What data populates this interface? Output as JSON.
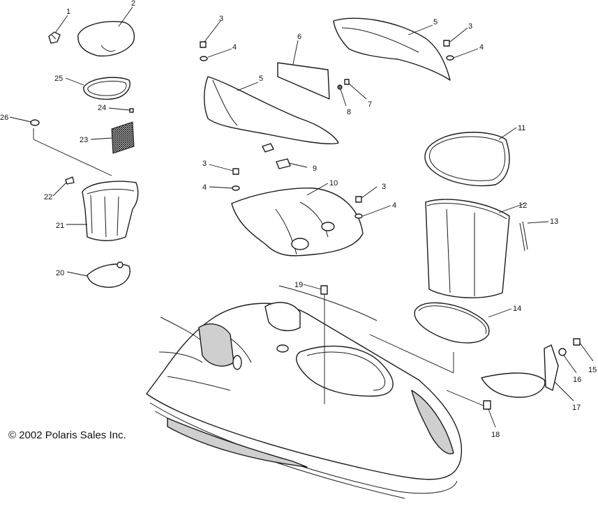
{
  "copyright": "© 2002 Polaris Sales Inc.",
  "callouts": [
    {
      "id": "c1",
      "text": "1"
    },
    {
      "id": "c2",
      "text": "2"
    },
    {
      "id": "c3a",
      "text": "3"
    },
    {
      "id": "c4a",
      "text": "4"
    },
    {
      "id": "c5a",
      "text": "5"
    },
    {
      "id": "c6",
      "text": "6"
    },
    {
      "id": "c5b",
      "text": "5"
    },
    {
      "id": "c3b",
      "text": "3"
    },
    {
      "id": "c4b",
      "text": "4"
    },
    {
      "id": "c7",
      "text": "7"
    },
    {
      "id": "c8",
      "text": "8"
    },
    {
      "id": "c25",
      "text": "25"
    },
    {
      "id": "c24",
      "text": "24"
    },
    {
      "id": "c26",
      "text": "26"
    },
    {
      "id": "c23",
      "text": "23"
    },
    {
      "id": "c11",
      "text": "11"
    },
    {
      "id": "c3c",
      "text": "3"
    },
    {
      "id": "c9",
      "text": "9"
    },
    {
      "id": "c4c",
      "text": "4"
    },
    {
      "id": "c10",
      "text": "10"
    },
    {
      "id": "c3d",
      "text": "3"
    },
    {
      "id": "c4d",
      "text": "4"
    },
    {
      "id": "c22",
      "text": "22"
    },
    {
      "id": "c21",
      "text": "21"
    },
    {
      "id": "c12",
      "text": "12"
    },
    {
      "id": "c13",
      "text": "13"
    },
    {
      "id": "c20",
      "text": "20"
    },
    {
      "id": "c19",
      "text": "19"
    },
    {
      "id": "c14",
      "text": "14"
    },
    {
      "id": "c15",
      "text": "15"
    },
    {
      "id": "c16",
      "text": "16"
    },
    {
      "id": "c17",
      "text": "17"
    },
    {
      "id": "c18",
      "text": "18"
    }
  ]
}
